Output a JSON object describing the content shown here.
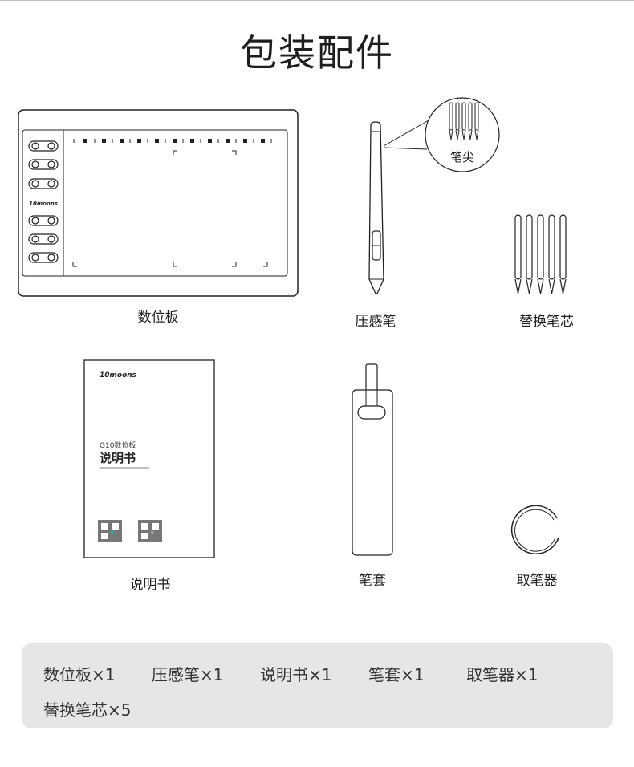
{
  "page": {
    "title": "包装配件"
  },
  "items": {
    "tablet": {
      "caption": "数位板",
      "logo": "10moons"
    },
    "pen": {
      "caption": "压感笔",
      "callout": "笔尖"
    },
    "nibs": {
      "caption": "替换笔芯"
    },
    "manual": {
      "caption": "说明书",
      "logo": "10moons",
      "model": "G10数位板",
      "heading": "说明书"
    },
    "sleeve": {
      "caption": "笔套"
    },
    "remover": {
      "caption": "取笔器"
    }
  },
  "summary": {
    "row1": [
      "数位板×1",
      "压感笔×1",
      "说明书×1",
      "笔套×1",
      "取笔器×1"
    ],
    "row2": [
      "替换笔芯×5"
    ]
  },
  "colors": {
    "line": "#222222",
    "panel": "#e6e6e6"
  }
}
